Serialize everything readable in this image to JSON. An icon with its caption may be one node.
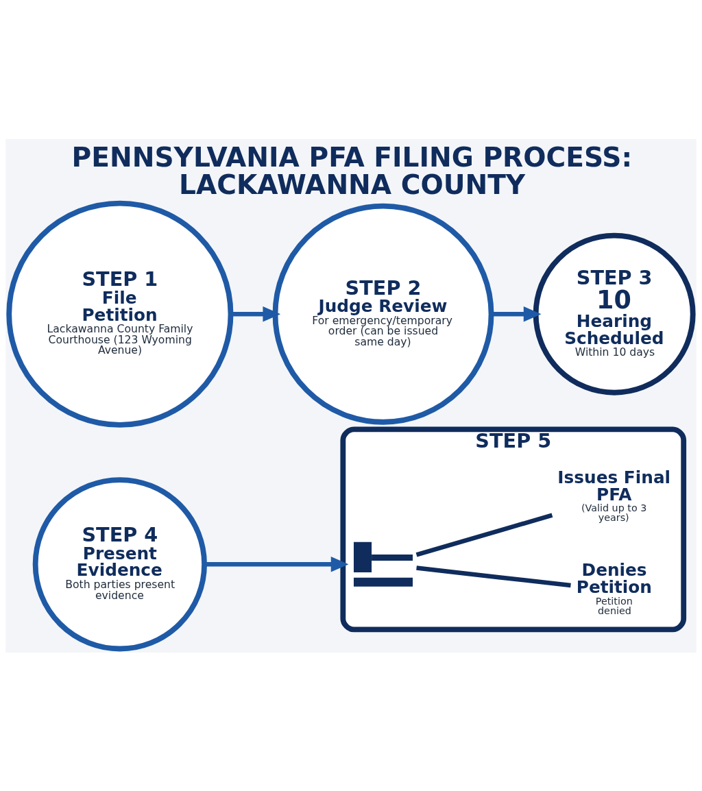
{
  "diagram": {
    "title": "PENNSYLVANIA PFA FILING PROCESS: LACKAWANNA COUNTY",
    "nodes": [
      {
        "text": [
          "STEP 1",
          "File Petition",
          "Lackawanna County Family Courthouse (123 Wyoming Avenue)"
        ]
      },
      {
        "text": [
          "STEP 2",
          "Judge Review",
          "For emergency/temporary order (can be issued same day)"
        ]
      },
      {
        "text": [
          "STEP 3",
          "10",
          "Hearing Scheduled",
          "Within 10 days"
        ]
      },
      {
        "text": [
          "STEP 4",
          "Present Evidence",
          "Both parties present evidence"
        ]
      },
      {
        "text": [
          "STEP 5"
        ]
      },
      {
        "text": [],
        "shape": "picture",
        "in": 4
      },
      {
        "text": [
          "Issues Final PFA",
          "(Valid up to 3 years)"
        ],
        "in": 4
      },
      {
        "text": [
          "Denies Petition",
          "Petition denied"
        ],
        "in": 4
      }
    ],
    "edges": [
      {
        "from": 0,
        "to": 1,
        "arrow": "to"
      },
      {
        "from": 1,
        "to": 2,
        "arrow": "to"
      },
      {
        "from": 3,
        "to": 4,
        "arrow": "to"
      },
      {
        "from": 5,
        "to": 6,
        "arrow": "none",
        "color": "#0f2c5c"
      },
      {
        "from": 5,
        "to": 7,
        "arrow": "none",
        "color": "#0f2c5c"
      }
    ]
  }
}
